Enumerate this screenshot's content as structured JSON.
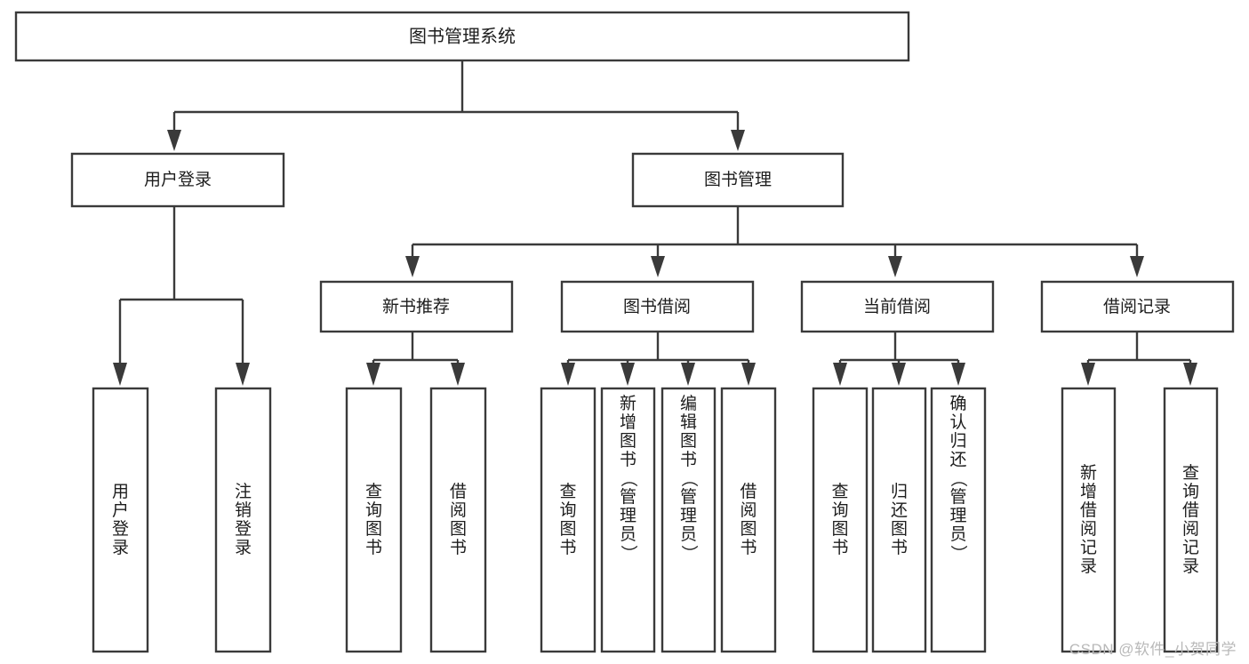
{
  "diagram": {
    "type": "tree-hierarchy",
    "title": "图书管理系统",
    "watermark": "CSDN @软件_小贺同学",
    "colors": {
      "background": "#ffffff",
      "box_fill": "#ffffff",
      "box_stroke": "#3a3a3a",
      "text": "#1d1d1d",
      "watermark": "#b9b9b9"
    },
    "nodes": {
      "root": {
        "id": "root",
        "label": "图书管理系统",
        "level": 0,
        "orientation": "horizontal"
      },
      "level1": [
        {
          "id": "user-login",
          "label": "用户登录",
          "level": 1,
          "orientation": "horizontal"
        },
        {
          "id": "book-manage",
          "label": "图书管理",
          "level": 1,
          "orientation": "horizontal"
        }
      ],
      "level2": [
        {
          "id": "new-book-recommend",
          "label": "新书推荐",
          "level": 2,
          "orientation": "horizontal",
          "parent": "book-manage"
        },
        {
          "id": "book-borrow",
          "label": "图书借阅",
          "level": 2,
          "orientation": "horizontal",
          "parent": "book-manage"
        },
        {
          "id": "current-borrow",
          "label": "当前借阅",
          "level": 2,
          "orientation": "horizontal",
          "parent": "book-manage"
        },
        {
          "id": "borrow-record",
          "label": "借阅记录",
          "level": 2,
          "orientation": "horizontal",
          "parent": "book-manage"
        }
      ],
      "leaves": [
        {
          "id": "leaf-user-login",
          "label": "用户登录",
          "parent": "user-login",
          "orientation": "vertical"
        },
        {
          "id": "leaf-logout",
          "label": "注销登录",
          "parent": "user-login",
          "orientation": "vertical"
        },
        {
          "id": "leaf-query-book-1",
          "label": "查询图书",
          "parent": "new-book-recommend",
          "orientation": "vertical"
        },
        {
          "id": "leaf-borrow-book-1",
          "label": "借阅图书",
          "parent": "new-book-recommend",
          "orientation": "vertical"
        },
        {
          "id": "leaf-query-book-2",
          "label": "查询图书",
          "parent": "book-borrow",
          "orientation": "vertical"
        },
        {
          "id": "leaf-add-book",
          "label": "新增图书（管理员）",
          "parent": "book-borrow",
          "orientation": "vertical"
        },
        {
          "id": "leaf-edit-book",
          "label": "编辑图书（管理员）",
          "parent": "book-borrow",
          "orientation": "vertical"
        },
        {
          "id": "leaf-borrow-book-2",
          "label": "借阅图书",
          "parent": "book-borrow",
          "orientation": "vertical"
        },
        {
          "id": "leaf-query-book-3",
          "label": "查询图书",
          "parent": "current-borrow",
          "orientation": "vertical"
        },
        {
          "id": "leaf-return-book",
          "label": "归还图书",
          "parent": "current-borrow",
          "orientation": "vertical"
        },
        {
          "id": "leaf-confirm-return",
          "label": "确认归还（管理员）",
          "parent": "current-borrow",
          "orientation": "vertical"
        },
        {
          "id": "leaf-add-record",
          "label": "新增借阅记录",
          "parent": "borrow-record",
          "orientation": "vertical"
        },
        {
          "id": "leaf-query-record",
          "label": "查询借阅记录",
          "parent": "borrow-record",
          "orientation": "vertical"
        }
      ]
    }
  }
}
